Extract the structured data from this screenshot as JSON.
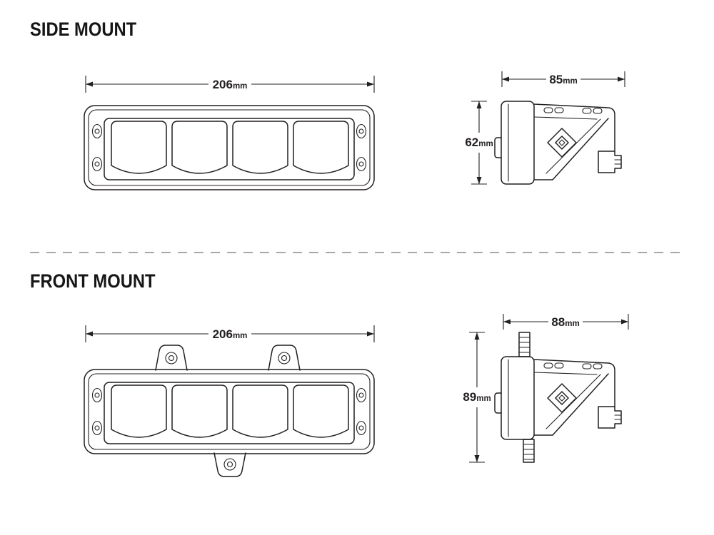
{
  "colors": {
    "line": "#231f20",
    "divider": "#a8a8a8",
    "background": "#ffffff"
  },
  "sections": {
    "side_mount": {
      "title": "SIDE MOUNT",
      "front_view": {
        "width": {
          "value": "206",
          "unit": "mm"
        }
      },
      "side_view": {
        "width": {
          "value": "85",
          "unit": "mm"
        },
        "height": {
          "value": "62",
          "unit": "mm"
        }
      }
    },
    "front_mount": {
      "title": "FRONT MOUNT",
      "front_view": {
        "width": {
          "value": "206",
          "unit": "mm"
        }
      },
      "side_view": {
        "width": {
          "value": "88",
          "unit": "mm"
        },
        "height": {
          "value": "89",
          "unit": "mm"
        }
      }
    }
  }
}
